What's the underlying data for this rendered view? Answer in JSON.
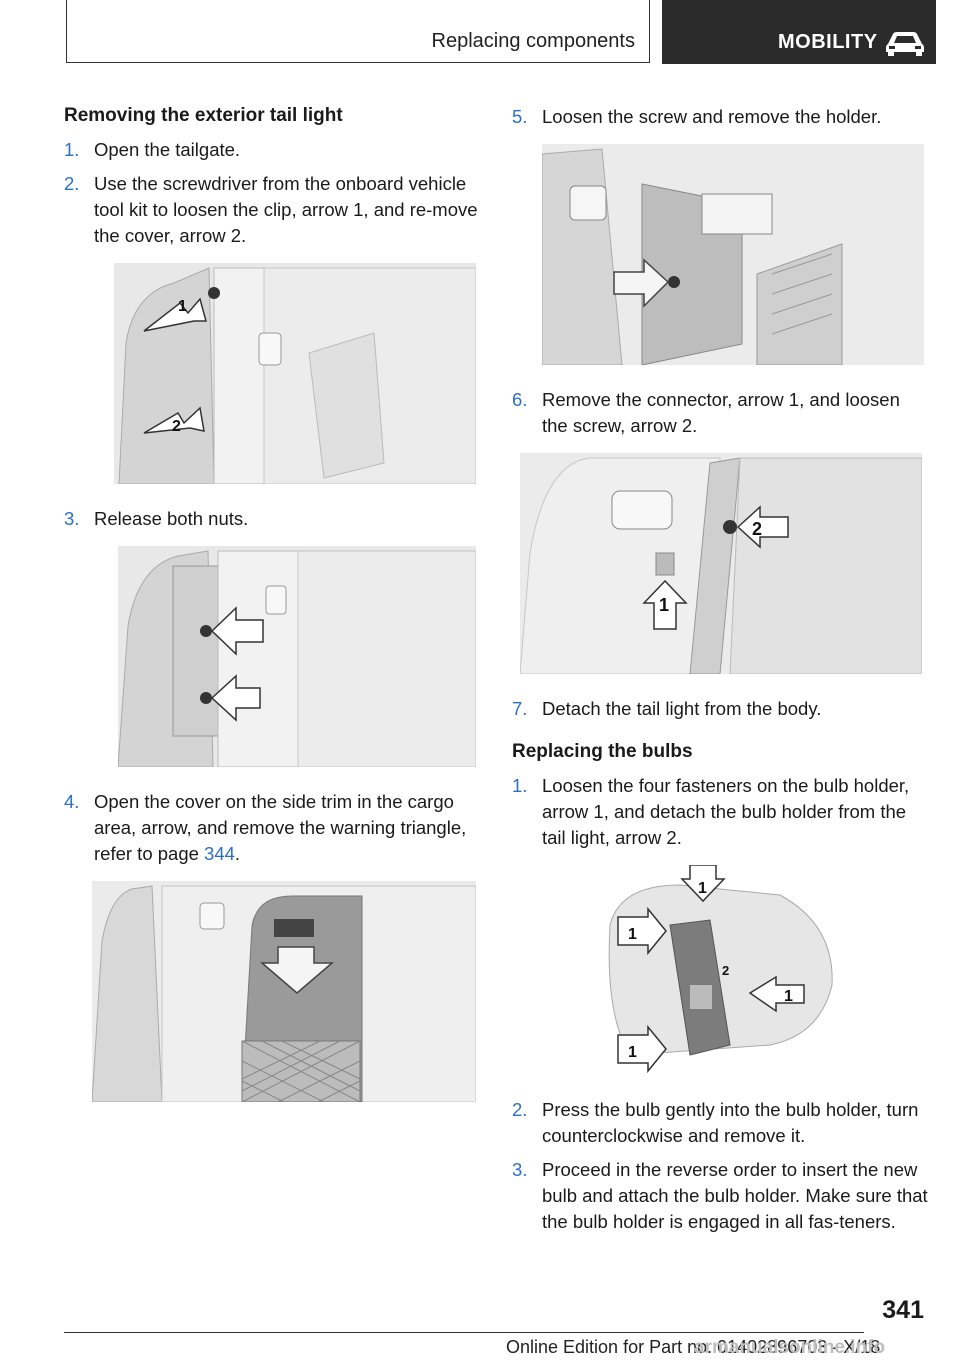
{
  "header": {
    "section": "Replacing components",
    "chapter": "MOBILITY"
  },
  "left": {
    "title": "Removing the exterior tail light",
    "steps": [
      {
        "num": "1.",
        "text": "Open the tailgate."
      },
      {
        "num": "2.",
        "text": "Use the screwdriver from the onboard vehicle tool kit to loosen the clip, arrow 1, and re-move the cover, arrow 2."
      },
      {
        "num": "3.",
        "text": "Release both nuts."
      },
      {
        "num": "4.",
        "text_before": "Open the cover on the side trim in the cargo area, arrow, and remove the warning triangle, refer to page ",
        "link": "344",
        "text_after": "."
      }
    ],
    "callouts": {
      "img1_a": "1",
      "img1_b": "2"
    }
  },
  "right": {
    "steps": [
      {
        "num": "5.",
        "text": "Loosen the screw and remove the holder."
      },
      {
        "num": "6.",
        "text": "Remove the connector, arrow 1, and loosen the screw, arrow 2."
      },
      {
        "num": "7.",
        "text": "Detach the tail light from the body."
      }
    ],
    "title2": "Replacing the bulbs",
    "bulb_steps": [
      {
        "num": "1.",
        "text": "Loosen the four fasteners on the bulb holder, arrow 1, and detach the bulb holder from the tail light, arrow 2."
      },
      {
        "num": "2.",
        "text": "Press the bulb gently into the bulb holder, turn counterclockwise and remove it."
      },
      {
        "num": "3.",
        "text": "Proceed in the reverse order to insert the new bulb and attach the bulb holder. Make sure that the bulb holder is engaged in all fas-teners."
      }
    ],
    "callouts": {
      "img6_a": "1",
      "img6_b": "2",
      "img8_a": "1",
      "img8_b": "1",
      "img8_c": "1",
      "img8_d": "1",
      "img8_e": "2"
    }
  },
  "footer": {
    "page": "341",
    "edition": "Online Edition for Part no. 01402896703 - X/18",
    "watermark": "armanualsonline.info"
  },
  "colors": {
    "accent": "#2a6fc9",
    "header_dark": "#2b2b2b"
  },
  "icons": {
    "chapter_icon": "car-icon"
  }
}
